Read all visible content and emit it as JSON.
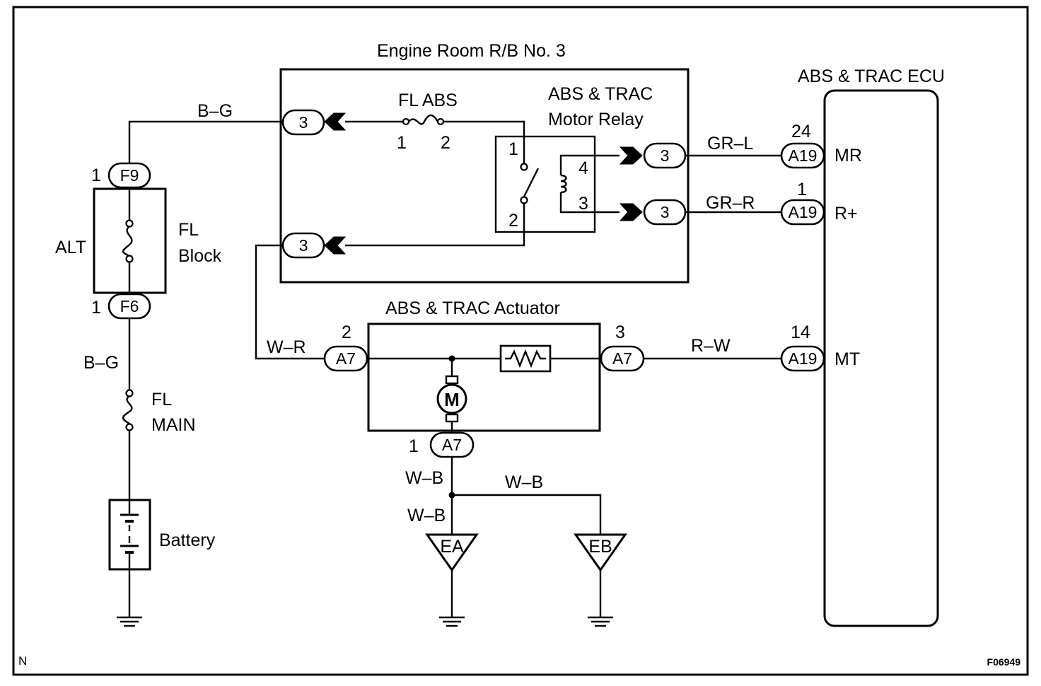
{
  "labels": {
    "engine_room_rb": "Engine Room R/B No. 3",
    "fl_abs": "FL ABS",
    "relay_line1": "ABS & TRAC",
    "relay_line2": "Motor Relay",
    "ecu": "ABS & TRAC ECU",
    "actuator": "ABS & TRAC Actuator",
    "alt": "ALT",
    "fl_block_line1": "FL",
    "fl_block_line2": "Block",
    "fl_main_line1": "FL",
    "fl_main_line2": "MAIN",
    "battery": "Battery",
    "corner_left": "N",
    "figure_code": "F06949"
  },
  "wire_colors": {
    "bg_top": "B–G",
    "bg_bottom": "B–G",
    "gr_l": "GR–L",
    "gr_r": "GR–R",
    "w_r": "W–R",
    "r_w": "R–W",
    "w_b_1": "W–B",
    "w_b_2": "W–B",
    "w_b_3": "W–B"
  },
  "connectors": {
    "c3_top": "3",
    "c3_bottom": "3",
    "c3_mr": "3",
    "c3_rplus": "3",
    "f9": "F9",
    "f6": "F6",
    "a19_mr": "A19",
    "a19_rplus": "A19",
    "a19_mt": "A19",
    "a7_left": "A7",
    "a7_right": "A7",
    "a7_bottom": "A7"
  },
  "pins": {
    "fuse_1": "1",
    "fuse_2": "2",
    "relay_1": "1",
    "relay_2": "2",
    "relay_3": "3",
    "relay_4": "4",
    "f9_pin": "1",
    "f6_pin": "1",
    "ecu_mr_pin": "24",
    "ecu_rplus_pin": "1",
    "ecu_mt_pin": "14",
    "a7_left_pin": "2",
    "a7_right_pin": "3",
    "a7_bottom_pin": "1"
  },
  "ecu_terminals": {
    "mr": "MR",
    "rplus": "R+",
    "mt": "MT"
  },
  "grounds": {
    "ea": "EA",
    "eb": "EB"
  },
  "motor_symbol": "M"
}
